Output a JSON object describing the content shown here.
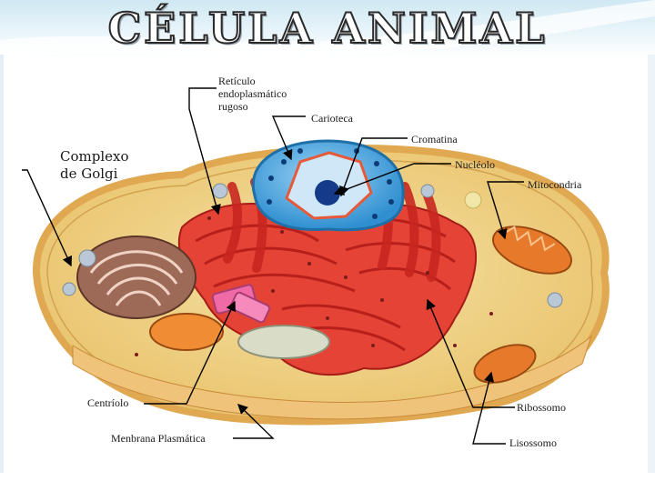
{
  "title": "CÉLULA ANIMAL",
  "labels": {
    "reticulo": "Retículo\nendoplasmático\nrugoso",
    "carioteca": "Carioteca",
    "cromatina": "Cromatina",
    "golgi": "Complexo\nde Golgi",
    "nucleolo": "Nucléolo",
    "mitocondria": "Mitocondria",
    "centriolo": "Centríolo",
    "ribossomo": "Ribossomo",
    "membrana": "Menbrana Plasmática",
    "lisossomo": "Lisossomo"
  },
  "colors": {
    "header_gradient_top": "#d6ecf5",
    "header_gradient_bottom": "#ffffff",
    "cytoplasm": "#f1d48a",
    "membrane": "#e9b25a",
    "nucleus": "#47a7e2",
    "nucleus_inner": "#cfe7f7",
    "nucleolus": "#163a8a",
    "rer": "#e13a32",
    "golgi": "#8c5a4a",
    "mitochondria": "#e77a2a",
    "lysosome": "#b0b0b0",
    "ribosome": "#7b1b1b",
    "pointer": "#000000"
  }
}
